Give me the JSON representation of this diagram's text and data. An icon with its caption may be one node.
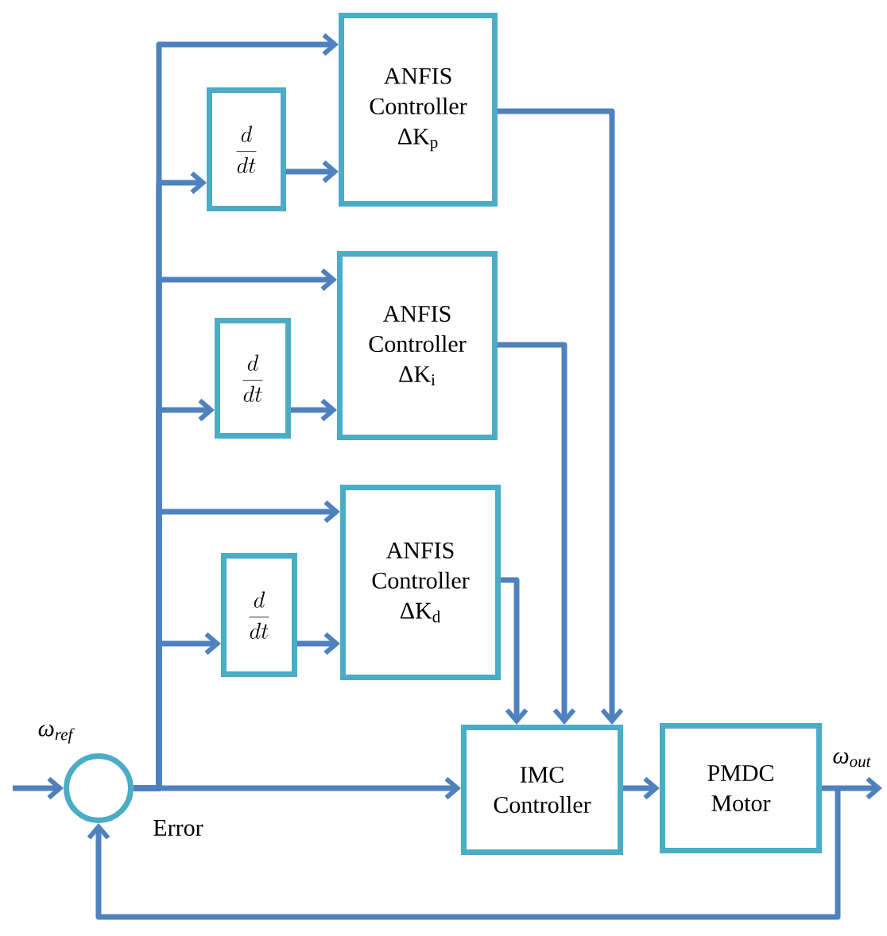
{
  "diagram": {
    "nodes": [
      {
        "text": [],
        "shape": "circle"
      },
      {
        "text": [
          "ANFIS Controller ΔK$_{p}$"
        ]
      },
      {
        "text": [
          "\\frac{d}{dt}"
        ]
      },
      {
        "text": [
          "ANFIS Controller ΔK$_{i}$"
        ]
      },
      {
        "text": [
          "\\frac{d}{dt}"
        ]
      },
      {
        "text": [
          "ANFIS Controller ΔK$_{d}$"
        ]
      },
      {
        "text": [
          "\\frac{d}{dt}"
        ]
      },
      {
        "text": [
          "IMC Controller"
        ]
      },
      {
        "text": [
          "PMDC Motor"
        ]
      },
      {
        "text": [
          "ω$_{out}$"
        ]
      }
    ],
    "edges": [
      {
        "from": null,
        "to": 0,
        "arrow": "to"
      },
      {
        "from": 0,
        "to": 7,
        "arrow": "to"
      },
      {
        "from": 0,
        "to": 1,
        "arrow": "to"
      },
      {
        "from": 0,
        "to": 2,
        "arrow": "to"
      },
      {
        "from": 2,
        "to": 1,
        "arrow": "to"
      },
      {
        "from": 0,
        "to": 3,
        "arrow": "to"
      },
      {
        "from": 0,
        "to": 4,
        "arrow": "to"
      },
      {
        "from": 4,
        "to": 3,
        "arrow": "to"
      },
      {
        "from": 0,
        "to": 5,
        "arrow": "to"
      },
      {
        "from": 0,
        "to": 6,
        "arrow": "to"
      },
      {
        "from": 6,
        "to": 5,
        "arrow": "to"
      },
      {
        "from": 1,
        "to": 7,
        "arrow": "to"
      },
      {
        "from": 3,
        "to": 7,
        "arrow": "to"
      },
      {
        "from": 5,
        "to": 7,
        "arrow": "to"
      },
      {
        "from": 7,
        "to": 8,
        "arrow": "to"
      },
      {
        "from": 8,
        "to": 9,
        "arrow": "to"
      },
      {
        "from": 8,
        "to": 0,
        "arrow": "to"
      }
    ],
    "labels": [
      "ω$_{ref}$",
      "Error"
    ]
  }
}
